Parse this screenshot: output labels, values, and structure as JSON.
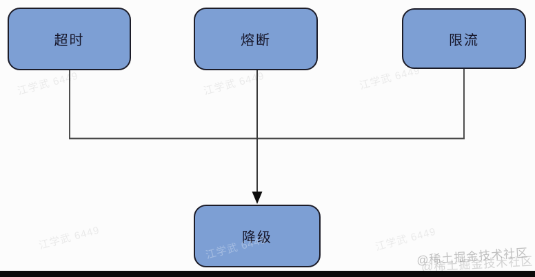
{
  "page": {
    "background_color": "#fcfcfc",
    "bottom_bar_color": "#0a0a0a"
  },
  "diagram": {
    "type": "flowchart",
    "nodes": [
      {
        "id": "timeout",
        "label": "超时"
      },
      {
        "id": "circuit-break",
        "label": "熔断"
      },
      {
        "id": "rate-limit",
        "label": "限流"
      },
      {
        "id": "degrade",
        "label": "降级"
      }
    ],
    "edges": [
      {
        "from": "超时",
        "to": "降级",
        "arrow": false
      },
      {
        "from": "熔断",
        "to": "降级",
        "arrow": true
      },
      {
        "from": "限流",
        "to": "降级",
        "arrow": false
      }
    ],
    "colors": {
      "node_fill": "#7d9fd4",
      "node_border": "#1c1c28",
      "node_text": "#17172b",
      "connector": "#3a3a3a",
      "bus_line": "#4a4a4a",
      "arrow": "#0d0d0d"
    }
  },
  "watermarks": {
    "author": "江学武 6449",
    "community": "@稀土掘金技术社区"
  }
}
